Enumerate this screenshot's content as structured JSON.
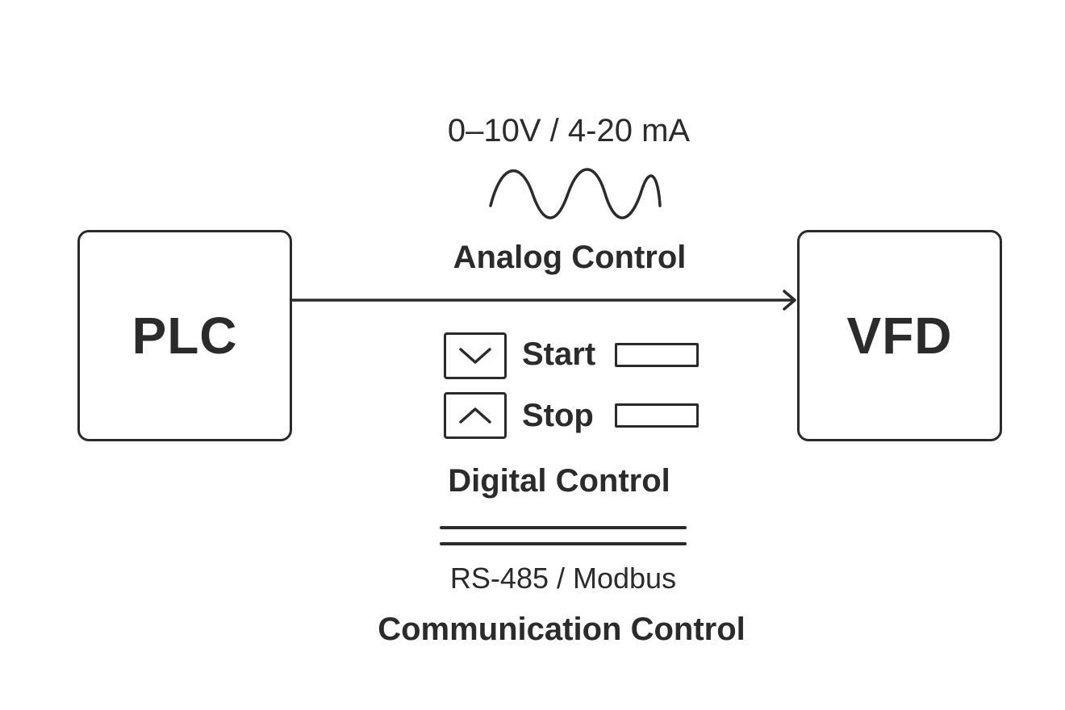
{
  "blocks": {
    "plc": {
      "label": "PLC"
    },
    "vfd": {
      "label": "VFD"
    }
  },
  "analog": {
    "signal": "0–10V / 4-20 mA",
    "title": "Analog Control",
    "icon": "sine-wave-icon"
  },
  "digital": {
    "start_label": "Start",
    "stop_label": "Stop",
    "start_icon": "chevron-down-icon",
    "stop_icon": "chevron-up-icon",
    "title": "Digital Control"
  },
  "communication": {
    "signal": "RS-485 / Modbus",
    "title": "Communication Control",
    "icon": "double-line-bus-icon"
  },
  "colors": {
    "stroke": "#2b2b2b",
    "background": "#ffffff"
  }
}
